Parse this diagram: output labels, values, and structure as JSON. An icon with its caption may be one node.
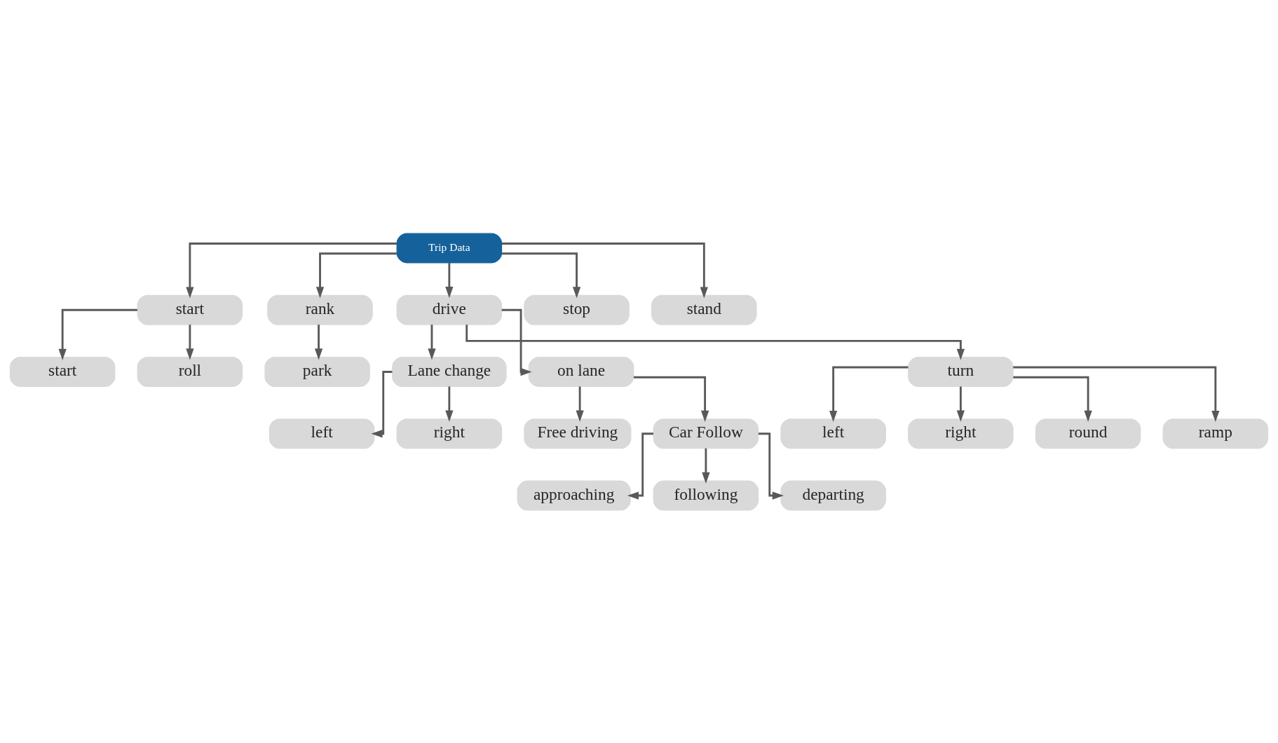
{
  "diagram": {
    "nodes": [
      {
        "text": [
          "Trip Data"
        ]
      },
      {
        "text": [
          "start"
        ]
      },
      {
        "text": [
          "rank"
        ]
      },
      {
        "text": [
          "drive"
        ]
      },
      {
        "text": [
          "stop"
        ]
      },
      {
        "text": [
          "stand"
        ]
      },
      {
        "text": [
          "start"
        ]
      },
      {
        "text": [
          "roll"
        ]
      },
      {
        "text": [
          "park"
        ]
      },
      {
        "text": [
          "Lane change"
        ]
      },
      {
        "text": [
          "on lane"
        ]
      },
      {
        "text": [
          "turn"
        ]
      },
      {
        "text": [
          "left"
        ]
      },
      {
        "text": [
          "right"
        ]
      },
      {
        "text": [
          "left"
        ]
      },
      {
        "text": [
          "right"
        ]
      },
      {
        "text": [
          "round"
        ]
      },
      {
        "text": [
          "ramp"
        ]
      },
      {
        "text": [
          "Free driving"
        ]
      },
      {
        "text": [
          "Car Follow"
        ]
      },
      {
        "text": [
          "approaching"
        ]
      },
      {
        "text": [
          "following"
        ]
      },
      {
        "text": [
          "departing"
        ]
      }
    ],
    "edges": [
      {
        "from": 0,
        "to": 1,
        "arrow": "to"
      },
      {
        "from": 0,
        "to": 2,
        "arrow": "to"
      },
      {
        "from": 0,
        "to": 3,
        "arrow": "to"
      },
      {
        "from": 0,
        "to": 4,
        "arrow": "to"
      },
      {
        "from": 0,
        "to": 5,
        "arrow": "to"
      },
      {
        "from": 1,
        "to": 6,
        "arrow": "to"
      },
      {
        "from": 1,
        "to": 7,
        "arrow": "to"
      },
      {
        "from": 2,
        "to": 8,
        "arrow": "to"
      },
      {
        "from": 3,
        "to": 9,
        "arrow": "to"
      },
      {
        "from": 3,
        "to": 10,
        "arrow": "to"
      },
      {
        "from": 3,
        "to": 11,
        "arrow": "to"
      },
      {
        "from": 9,
        "to": 12,
        "arrow": "to"
      },
      {
        "from": 9,
        "to": 13,
        "arrow": "to"
      },
      {
        "from": 11,
        "to": 14,
        "arrow": "to"
      },
      {
        "from": 11,
        "to": 15,
        "arrow": "to"
      },
      {
        "from": 11,
        "to": 16,
        "arrow": "to"
      },
      {
        "from": 11,
        "to": 17,
        "arrow": "to"
      },
      {
        "from": 10,
        "to": 18,
        "arrow": "to"
      },
      {
        "from": 10,
        "to": 19,
        "arrow": "to"
      },
      {
        "from": 19,
        "to": 20,
        "arrow": "to"
      },
      {
        "from": 19,
        "to": 21,
        "arrow": "to"
      },
      {
        "from": 19,
        "to": 22,
        "arrow": "to"
      }
    ]
  }
}
